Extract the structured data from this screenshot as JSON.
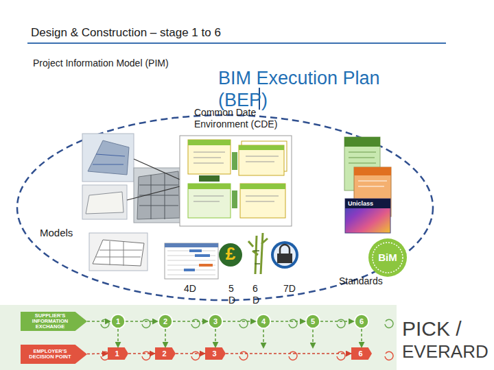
{
  "diagram": {
    "title": "Design & Construction – stage 1 to 6",
    "nodes": [
      {
        "text": [
          "SUPPLIER'S INFORMATION EXCHANGE"
        ]
      },
      {
        "text": [
          "1"
        ]
      },
      {
        "text": [
          "2"
        ]
      },
      {
        "text": [
          "3"
        ]
      },
      {
        "text": [
          "4"
        ]
      },
      {
        "text": [
          "5"
        ]
      },
      {
        "text": [
          "6"
        ]
      },
      {
        "text": [
          "EMPLOYER'S DECISION POINT"
        ]
      },
      {
        "text": [
          "1"
        ]
      },
      {
        "text": [
          "2"
        ]
      },
      {
        "text": [
          "3"
        ]
      },
      {
        "text": [
          "6"
        ]
      }
    ],
    "edges": [
      {
        "from": 0,
        "to": 1,
        "arrow": "to"
      },
      {
        "from": 1,
        "to": 2,
        "arrow": "to"
      },
      {
        "from": 2,
        "to": 3,
        "arrow": "to"
      },
      {
        "from": 3,
        "to": 4,
        "arrow": "to"
      },
      {
        "from": 4,
        "to": 5,
        "arrow": "to"
      },
      {
        "from": 5,
        "to": 6,
        "arrow": "to"
      },
      {
        "from": 7,
        "to": 8,
        "arrow": "to"
      },
      {
        "from": 8,
        "to": 9,
        "arrow": "to"
      },
      {
        "from": 9,
        "to": 10,
        "arrow": "to"
      },
      {
        "from": 10,
        "to": 11,
        "arrow": "to"
      },
      {
        "from": 1,
        "to": 8,
        "arrow": "to"
      },
      {
        "from": 2,
        "to": 9,
        "arrow": "to"
      },
      {
        "from": 3,
        "to": 10,
        "arrow": "to"
      },
      {
        "from": 6,
        "to": 11,
        "arrow": "to"
      }
    ],
    "labels": [
      "Project Information Model (PIM)",
      "BIM Execution Plan (BEP)",
      "Common Date Environment (CDE)",
      "Uniclass",
      "£",
      "Models",
      "4D",
      "5 D",
      "6 D",
      "7D",
      "BiM",
      "Standards",
      "PICK /",
      "EVERARD"
    ]
  }
}
